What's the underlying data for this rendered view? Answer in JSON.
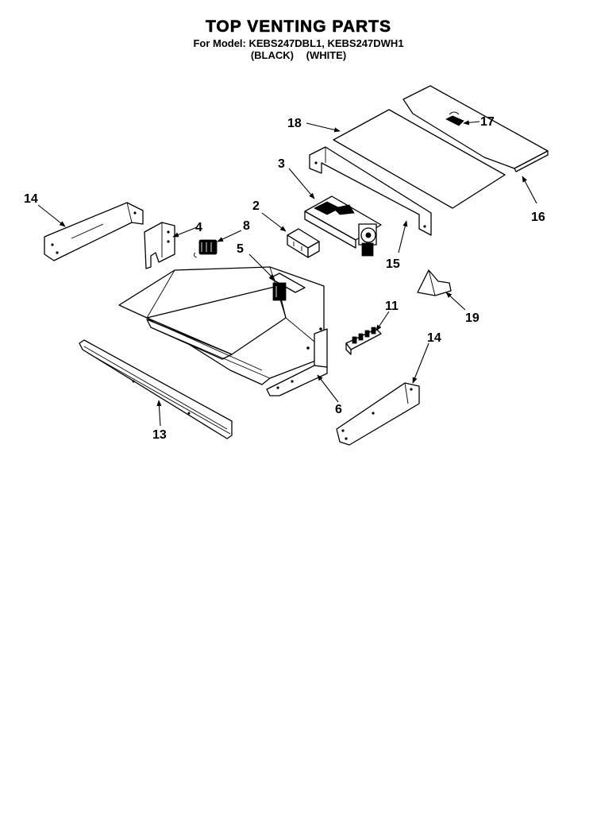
{
  "document": {
    "title": "TOP VENTING PARTS",
    "subtitle": "For Model: KEBS247DBL1, KEBS247DWH1",
    "variants": [
      "(BLACK)",
      "(WHITE)"
    ]
  },
  "callouts": [
    {
      "id": "18",
      "label": "18"
    },
    {
      "id": "17",
      "label": "17"
    },
    {
      "id": "3",
      "label": "3"
    },
    {
      "id": "16",
      "label": "16"
    },
    {
      "id": "14a",
      "label": "14"
    },
    {
      "id": "2",
      "label": "2"
    },
    {
      "id": "4",
      "label": "4"
    },
    {
      "id": "8",
      "label": "8"
    },
    {
      "id": "5",
      "label": "5"
    },
    {
      "id": "15",
      "label": "15"
    },
    {
      "id": "11",
      "label": "11"
    },
    {
      "id": "19",
      "label": "19"
    },
    {
      "id": "14b",
      "label": "14"
    },
    {
      "id": "6",
      "label": "6"
    },
    {
      "id": "13",
      "label": "13"
    }
  ]
}
